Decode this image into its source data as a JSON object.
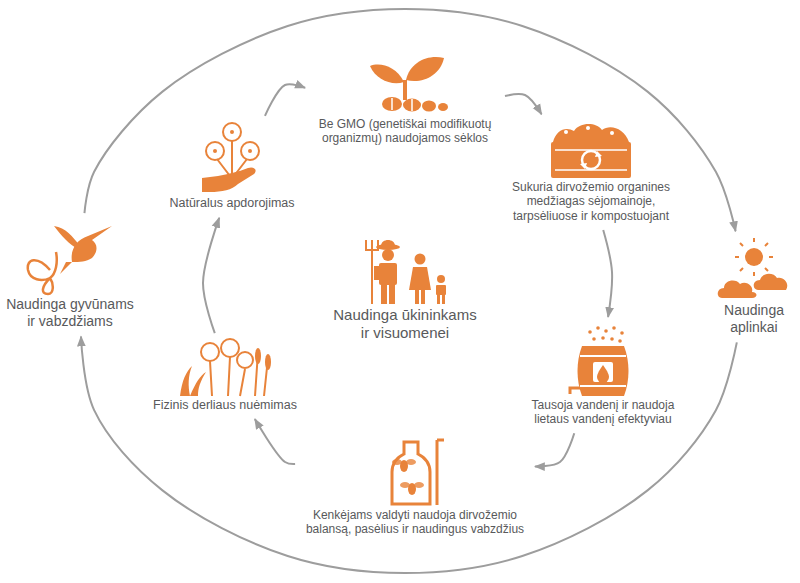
{
  "diagram": {
    "nodes": [
      {
        "text": [
          "Be GMO (genetiškai modifikuotų organizmų) naudojamos sėklos"
        ]
      },
      {
        "text": [
          "Sukuria dirvožemio organines medžiagas sėjomainoje, tarpsėliuose ir kompostuojant"
        ]
      },
      {
        "text": [
          "Tausoja vandenį ir naudoja lietaus vandenį efektyviau"
        ]
      },
      {
        "text": [
          "Kenkėjams valdyti naudoja dirvožemio balansą, pasėlius ir naudingus vabzdžius"
        ]
      },
      {
        "text": [
          "Fizinis derliaus nuėmimas"
        ]
      },
      {
        "text": [
          "Natūralus apdorojimas"
        ]
      },
      {
        "text": [
          "Naudinga ūkininkams ir visuomenei"
        ]
      },
      {
        "text": [
          "Naudinga gyvūnams ir vabzdžiams"
        ]
      },
      {
        "text": [
          "Naudinga aplinkai"
        ]
      }
    ],
    "edges": [
      {
        "from": 0,
        "to": 1,
        "arrow": "to"
      },
      {
        "from": 1,
        "to": 2,
        "arrow": "to"
      },
      {
        "from": 2,
        "to": 3,
        "arrow": "to"
      },
      {
        "from": 3,
        "to": 4,
        "arrow": "to"
      },
      {
        "from": 4,
        "to": 5,
        "arrow": "to"
      },
      {
        "from": 5,
        "to": 0,
        "arrow": "to"
      },
      {
        "from": 7,
        "to": 8,
        "arrow": "to"
      },
      {
        "from": 8,
        "to": 7,
        "arrow": "to"
      }
    ]
  }
}
